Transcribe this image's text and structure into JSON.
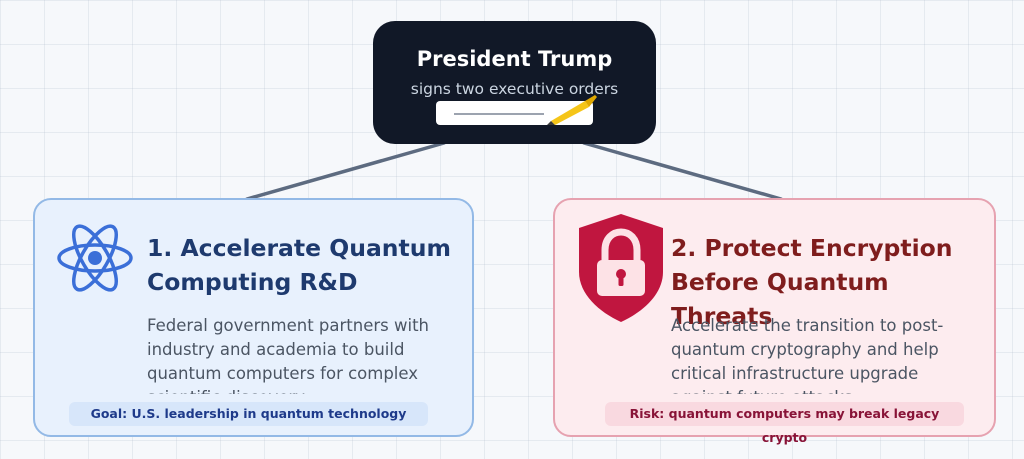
{
  "top_node": {
    "title": "President Trump",
    "subtitle": "signs two executive orders",
    "icons": [
      "document-icon",
      "pen-icon"
    ]
  },
  "cards": [
    {
      "id": "rd",
      "title": "1. Accelerate Quantum Computing R&D",
      "body": "Federal government partners with industry and academia to build quantum computers for complex scientific discovery.",
      "badge": "Goal: U.S. leadership in quantum technology",
      "icon": "atom-icon",
      "accent": "#3b6fd8"
    },
    {
      "id": "encryption",
      "title": "2. Protect Encryption Before Quantum Threats",
      "body": "Accelerate the transition to post-quantum cryptography and help critical infrastructure upgrade against future attacks.",
      "badge": "Risk: quantum computers may break legacy crypto",
      "icon": "shield-lock-icon",
      "accent": "#c0163f"
    }
  ],
  "colors": {
    "top_node_bg": "#111827",
    "connector": "#5d6b80",
    "pen": "#f5c518"
  }
}
